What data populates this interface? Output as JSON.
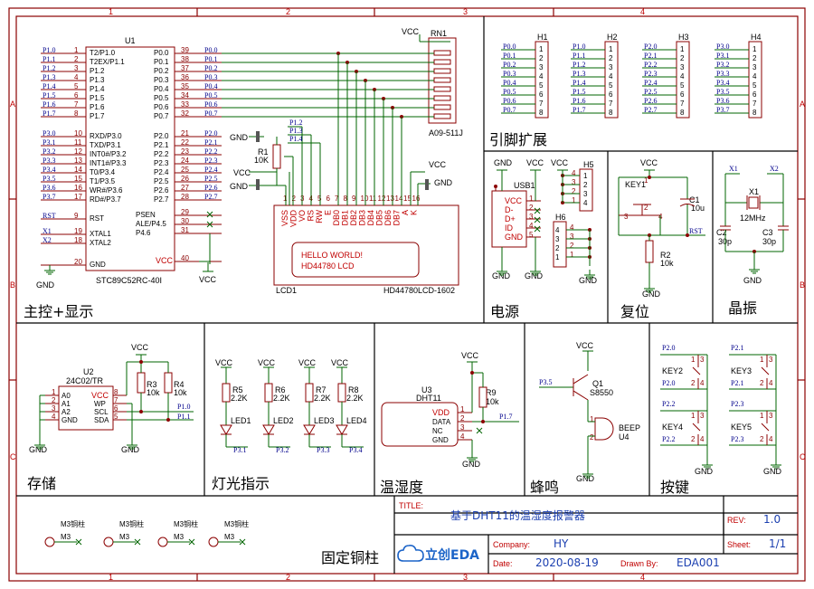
{
  "border": {
    "cols": [
      "1",
      "2",
      "3",
      "4"
    ],
    "rows": [
      "A",
      "B",
      "C"
    ]
  },
  "sections": {
    "main": "主控+显示",
    "pins": "引脚扩展",
    "power": "电源",
    "reset": "复位",
    "crystal": "晶振",
    "storage": "存储",
    "lights": "灯光指示",
    "temp": "温湿度",
    "buzzer": "蜂鸣",
    "keys": "按键",
    "posts": "固定铜柱"
  },
  "mcu": {
    "ref": "U1",
    "part": "STC89C52RC-40I",
    "left_pins": [
      {
        "num": "1",
        "name": "T2/P1.0",
        "net": "P1.0"
      },
      {
        "num": "2",
        "name": "T2EX/P1.1",
        "net": "P1.1"
      },
      {
        "num": "3",
        "name": "P1.2",
        "net": "P1.2"
      },
      {
        "num": "4",
        "name": "P1.3",
        "net": "P1.3"
      },
      {
        "num": "5",
        "name": "P1.4",
        "net": "P1.4"
      },
      {
        "num": "6",
        "name": "P1.5",
        "net": "P1.5"
      },
      {
        "num": "7",
        "name": "P1.6",
        "net": "P1.6"
      },
      {
        "num": "8",
        "name": "P1.7",
        "net": "P1.7"
      },
      {
        "num": "10",
        "name": "RXD/P3.0",
        "net": "P3.0"
      },
      {
        "num": "11",
        "name": "TXD/P3.1",
        "net": "P3.1"
      },
      {
        "num": "12",
        "name": "INT0#/P3.2",
        "net": "P3.2"
      },
      {
        "num": "13",
        "name": "INT1#/P3.3",
        "net": "P3.3"
      },
      {
        "num": "14",
        "name": "T0/P3.4",
        "net": "P3.4"
      },
      {
        "num": "15",
        "name": "T1/P3.5",
        "net": "P3.5"
      },
      {
        "num": "16",
        "name": "WR#/P3.6",
        "net": "P3.6"
      },
      {
        "num": "17",
        "name": "RD#/P3.7",
        "net": "P3.7"
      },
      {
        "num": "9",
        "name": "RST",
        "net": "RST"
      },
      {
        "num": "19",
        "name": "XTAL1",
        "net": "X1"
      },
      {
        "num": "18",
        "name": "XTAL2",
        "net": "X2"
      },
      {
        "num": "20",
        "name": "GND",
        "net": ""
      }
    ],
    "right_pins": [
      {
        "num": "39",
        "name": "P0.0",
        "net": "P0.0"
      },
      {
        "num": "38",
        "name": "P0.1",
        "net": "P0.1"
      },
      {
        "num": "37",
        "name": "P0.2",
        "net": "P0.2"
      },
      {
        "num": "36",
        "name": "P0.3",
        "net": "P0.3"
      },
      {
        "num": "35",
        "name": "P0.4",
        "net": "P0.4"
      },
      {
        "num": "34",
        "name": "P0.5",
        "net": "P0.5"
      },
      {
        "num": "33",
        "name": "P0.6",
        "net": "P0.6"
      },
      {
        "num": "32",
        "name": "P0.7",
        "net": "P0.7"
      },
      {
        "num": "21",
        "name": "P2.0",
        "net": "P2.0"
      },
      {
        "num": "22",
        "name": "P2.1",
        "net": "P2.1"
      },
      {
        "num": "23",
        "name": "P2.2",
        "net": "P2.2"
      },
      {
        "num": "24",
        "name": "P2.3",
        "net": "P2.3"
      },
      {
        "num": "25",
        "name": "P2.4",
        "net": "P2.4"
      },
      {
        "num": "26",
        "name": "P2.5",
        "net": "P2.5"
      },
      {
        "num": "27",
        "name": "P2.6",
        "net": "P2.6"
      },
      {
        "num": "28",
        "name": "P2.7",
        "net": "P2.7"
      },
      {
        "num": "29",
        "name": "PSEN",
        "net": ""
      },
      {
        "num": "30",
        "name": "ALE/P4.5",
        "net": ""
      },
      {
        "num": "31",
        "name": "P4.6",
        "net": ""
      },
      {
        "num": "40",
        "name": "VCC",
        "net": ""
      }
    ]
  },
  "lcd": {
    "ref": "LCD1",
    "part": "HD44780LCD-1602",
    "line1": "HELLO WORLD!",
    "line2": "HD44780 LCD",
    "pins": [
      {
        "num": "1",
        "name": "VSS"
      },
      {
        "num": "2",
        "name": "VDD"
      },
      {
        "num": "3",
        "name": "VO"
      },
      {
        "num": "4",
        "name": "RS"
      },
      {
        "num": "5",
        "name": "RW"
      },
      {
        "num": "6",
        "name": "E"
      },
      {
        "num": "7",
        "name": "DB0"
      },
      {
        "num": "8",
        "name": "DB1"
      },
      {
        "num": "9",
        "name": "DB2"
      },
      {
        "num": "10",
        "name": "DB3"
      },
      {
        "num": "11",
        "name": "DB4"
      },
      {
        "num": "12",
        "name": "DB5"
      },
      {
        "num": "13",
        "name": "DB6"
      },
      {
        "num": "14",
        "name": "DB7"
      },
      {
        "num": "15",
        "name": "A"
      },
      {
        "num": "16",
        "name": "K"
      }
    ],
    "ctrl_nets": [
      "P1.2",
      "P1.3",
      "P1.4"
    ]
  },
  "rn1": {
    "ref": "RN1",
    "part": "A09-511J"
  },
  "r1": {
    "ref": "R1",
    "value": "10K"
  },
  "power_labels": {
    "vcc": "VCC",
    "gnd": "GND"
  },
  "headers": [
    {
      "ref": "H1",
      "nets": [
        "P0.0",
        "P0.1",
        "P0.2",
        "P0.3",
        "P0.4",
        "P0.5",
        "P0.6",
        "P0.7"
      ]
    },
    {
      "ref": "H2",
      "nets": [
        "P1.0",
        "P1.1",
        "P1.2",
        "P1.3",
        "P1.4",
        "P1.5",
        "P1.6",
        "P1.7"
      ]
    },
    {
      "ref": "H3",
      "nets": [
        "P2.0",
        "P2.1",
        "P2.2",
        "P2.3",
        "P2.4",
        "P2.5",
        "P2.6",
        "P2.7"
      ]
    },
    {
      "ref": "H4",
      "nets": [
        "P3.0",
        "P3.1",
        "P3.2",
        "P3.3",
        "P3.4",
        "P3.5",
        "P3.6",
        "P3.7"
      ]
    }
  ],
  "header_pins": [
    "1",
    "2",
    "3",
    "4",
    "5",
    "6",
    "7",
    "8"
  ],
  "usb": {
    "ref": "USB1",
    "pins": [
      "VCC",
      "D-",
      "D+",
      "ID",
      "GND"
    ],
    "nums": [
      "1",
      "2",
      "3",
      "4",
      "5"
    ]
  },
  "h5": {
    "ref": "H5",
    "nums": [
      "1",
      "2",
      "3",
      "4"
    ]
  },
  "h6": {
    "ref": "H6",
    "nums": [
      "4",
      "3",
      "2",
      "1"
    ]
  },
  "reset": {
    "key": "KEY1",
    "cap": "C1",
    "cap_val": "10u",
    "res": "R2",
    "res_val": "10k",
    "net": "RST",
    "nums": [
      "1",
      "2",
      "3",
      "4"
    ]
  },
  "crystal": {
    "ref": "X1",
    "freq": "12MHz",
    "c2": "C2",
    "c2v": "30p",
    "c3": "C3",
    "c3v": "30p",
    "x1": "X1",
    "x2": "X2"
  },
  "eeprom": {
    "ref": "U2",
    "part": "24C02/TR",
    "left": [
      {
        "num": "1",
        "name": "A0"
      },
      {
        "num": "2",
        "name": "A1"
      },
      {
        "num": "3",
        "name": "A2"
      },
      {
        "num": "4",
        "name": "GND"
      }
    ],
    "right": [
      {
        "num": "8",
        "name": "VCC"
      },
      {
        "num": "7",
        "name": "WP"
      },
      {
        "num": "6",
        "name": "SCL"
      },
      {
        "num": "5",
        "name": "SDA"
      }
    ],
    "r3": "R3",
    "r3v": "10k",
    "r4": "R4",
    "r4v": "10k",
    "n1": "P1.0",
    "n2": "P1.1"
  },
  "leds": [
    {
      "res": "R5",
      "rv": "2.2K",
      "led": "LED1",
      "net": "P3.1"
    },
    {
      "res": "R6",
      "rv": "2.2K",
      "led": "LED2",
      "net": "P3.2"
    },
    {
      "res": "R7",
      "rv": "2.2K",
      "led": "LED3",
      "net": "P3.3"
    },
    {
      "res": "R8",
      "rv": "2.2K",
      "led": "LED4",
      "net": "P3.4"
    }
  ],
  "dht": {
    "ref": "U3",
    "part": "DHT11",
    "pins": [
      {
        "num": "1",
        "name": "VDD"
      },
      {
        "num": "2",
        "name": "DATA"
      },
      {
        "num": "3",
        "name": "NC"
      },
      {
        "num": "4",
        "name": "GND"
      }
    ],
    "r9": "R9",
    "r9v": "10k",
    "net": "P1.7"
  },
  "buzzer": {
    "q": "Q1",
    "qpart": "S8550",
    "beep": "BEEP",
    "u": "U4",
    "net": "P3.5",
    "n1": "1",
    "n2": "2"
  },
  "keys": [
    {
      "ref": "KEY2",
      "n1": "P2.0",
      "n2": "P2.0"
    },
    {
      "ref": "KEY3",
      "n1": "P2.1",
      "n2": "P2.1"
    },
    {
      "ref": "KEY4",
      "n1": "P2.2",
      "n2": "P2.2"
    },
    {
      "ref": "KEY5",
      "n1": "P2.3",
      "n2": "P2.3"
    }
  ],
  "key_pins": [
    "1",
    "2",
    "3",
    "4"
  ],
  "posts": {
    "label": "M3铜柱",
    "ref": "M3"
  },
  "titleblock": {
    "title_label": "TITLE:",
    "title": "基于DHT11的温湿度报警器",
    "rev_label": "REV:",
    "rev": "1.0",
    "company_label": "Company:",
    "company": "HY",
    "sheet_label": "Sheet:",
    "sheet": "1/1",
    "date_label": "Date:",
    "date": "2020-08-19",
    "drawn_label": "Drawn By:",
    "drawn": "EDA001",
    "logo": "立创EDA"
  }
}
